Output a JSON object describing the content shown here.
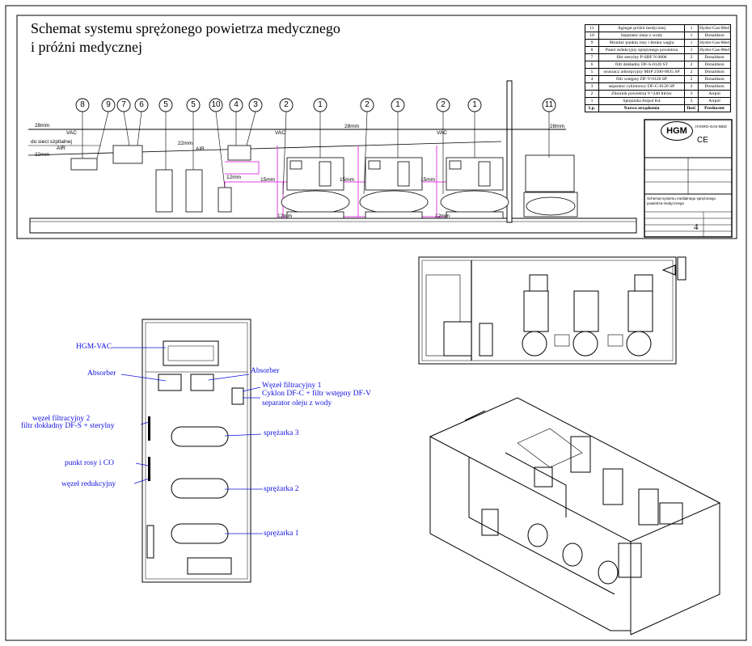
{
  "title": {
    "line1": "Schemat systemu sprężonego powietrza medycznego",
    "line2": "i próżni medycznej"
  },
  "bom": {
    "rows": [
      {
        "n": "11",
        "name": "Agregat próżni medycznej",
        "qty": "1",
        "producer": "Hydro-Gas-Med"
      },
      {
        "n": "10",
        "name": "Separator oleju z wody",
        "qty": "1",
        "producer": "Donaldson"
      },
      {
        "n": "9",
        "name": "Monitor punktu rosy i tlenku węgla",
        "qty": "1",
        "producer": "Hydro-Gas-Med"
      },
      {
        "n": "8",
        "name": "Panel redukcyjny sprężonego powietrza",
        "qty": "1",
        "producer": "Hydro-Gas-Med"
      },
      {
        "n": "7",
        "name": "filtr sterylny P-SRF N 0006",
        "qty": "2",
        "producer": "Donaldson"
      },
      {
        "n": "6",
        "name": "filtr dokładny DF-S-0120 ST",
        "qty": "2",
        "producer": "Donaldson"
      },
      {
        "n": "5",
        "name": "osuszacz adsorpcyjny MSP 2500-0035 SP",
        "qty": "2",
        "producer": "Donaldson"
      },
      {
        "n": "4",
        "name": "filtr wstępny DF-V-0120 SP",
        "qty": "2",
        "producer": "Donaldson"
      },
      {
        "n": "3",
        "name": "separator cyklonowy DF-C-0120 SP",
        "qty": "2",
        "producer": "Donaldson"
      },
      {
        "n": "2",
        "name": "Zbiornik powietrza V=240 litrów",
        "qty": "3",
        "producer": "Airpol"
      },
      {
        "n": "1",
        "name": "Sprężarka Airpol K4",
        "qty": "3",
        "producer": "Airpol"
      }
    ],
    "header": {
      "n": "Lp.",
      "name": "Nazwa urządzenia",
      "qty": "Ilość",
      "producer": "Producent"
    }
  },
  "schematic": {
    "callouts": [
      "8",
      "9",
      "7",
      "6",
      "5",
      "5",
      "10",
      "4",
      "3",
      "2",
      "1",
      "2",
      "1",
      "2",
      "1",
      "11"
    ],
    "pipe_labels": {
      "vac": "VAC",
      "air": "AIR",
      "d28": "28mm",
      "d22": "22mm",
      "d15": "15mm",
      "d12": "12mm",
      "hospital": "do sieci szpitalnej"
    }
  },
  "titleblock": {
    "logo": "HGM",
    "company": "HYDRO-GAS-MED",
    "ce": "CE",
    "drawing_title": "Schemat systemu medialnego sprężonego powietrza medycznego",
    "sheet_no": "4"
  },
  "plan_labels": {
    "hgm_vac": "HGM-VAC",
    "absorber_left": "Absorber",
    "absorber_right": "Absorber",
    "node1_line1": "Węzeł filtracyjny 1",
    "node1_line2": "Cyklon DF-C + filtr wstępny DF-V",
    "oil_separator": "separator oleju z wody",
    "node2_line1": "węzeł filtracyjny 2",
    "node2_line2": "filtr dokładny DF-S + sterylny",
    "compressor3": "sprężarka 3",
    "dew_point": "punkt rosy i CO",
    "reduction": "węzeł redukcyjny",
    "compressor2": "sprężarka 2",
    "compressor1": "sprężarka 1"
  },
  "colors": {
    "annotation": "#1010e0",
    "pipe_air": "#e040e0",
    "line": "#000000"
  }
}
